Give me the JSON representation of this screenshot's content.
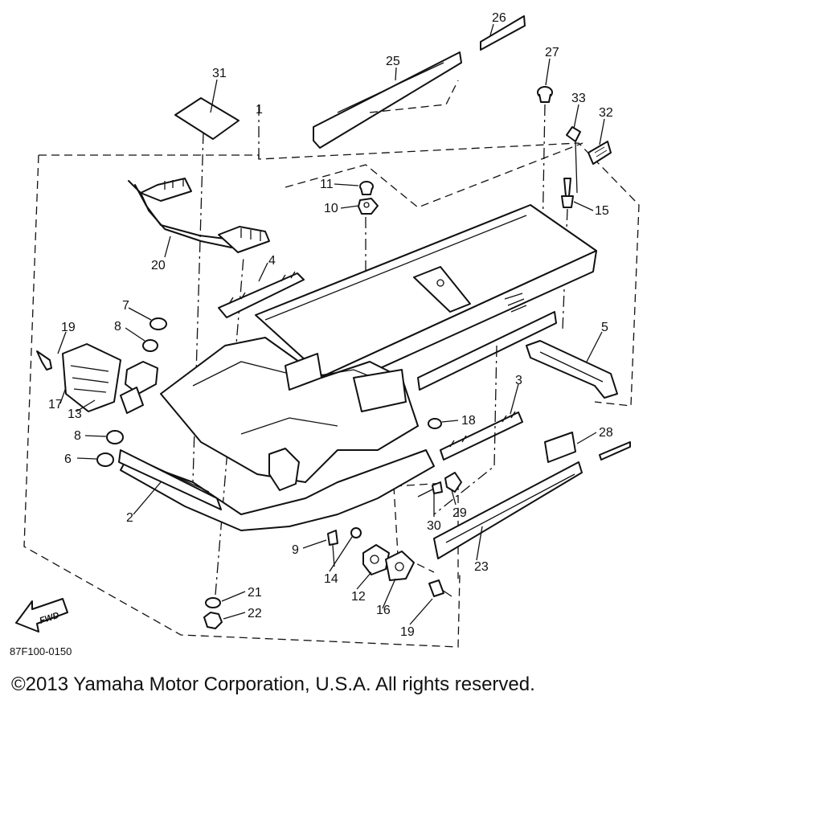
{
  "diagram": {
    "callouts": [
      {
        "id": "31",
        "label": "31"
      },
      {
        "id": "26",
        "label": "26"
      },
      {
        "id": "25",
        "label": "25"
      },
      {
        "id": "27",
        "label": "27"
      },
      {
        "id": "33",
        "label": "33"
      },
      {
        "id": "32",
        "label": "32"
      },
      {
        "id": "1",
        "label": "1"
      },
      {
        "id": "11",
        "label": "11"
      },
      {
        "id": "10",
        "label": "10"
      },
      {
        "id": "15",
        "label": "15"
      },
      {
        "id": "20",
        "label": "20"
      },
      {
        "id": "4",
        "label": "4"
      },
      {
        "id": "7",
        "label": "7"
      },
      {
        "id": "8a",
        "label": "8"
      },
      {
        "id": "19a",
        "label": "19"
      },
      {
        "id": "17",
        "label": "17"
      },
      {
        "id": "13",
        "label": "13"
      },
      {
        "id": "5",
        "label": "5"
      },
      {
        "id": "3",
        "label": "3"
      },
      {
        "id": "18",
        "label": "18"
      },
      {
        "id": "28",
        "label": "28"
      },
      {
        "id": "8b",
        "label": "8"
      },
      {
        "id": "6",
        "label": "6"
      },
      {
        "id": "2",
        "label": "2"
      },
      {
        "id": "29",
        "label": "29"
      },
      {
        "id": "30",
        "label": "30"
      },
      {
        "id": "23",
        "label": "23"
      },
      {
        "id": "9",
        "label": "9"
      },
      {
        "id": "14",
        "label": "14"
      },
      {
        "id": "12",
        "label": "12"
      },
      {
        "id": "16",
        "label": "16"
      },
      {
        "id": "21",
        "label": "21"
      },
      {
        "id": "22",
        "label": "22"
      },
      {
        "id": "19b",
        "label": "19"
      }
    ],
    "fwd_label": "FWD",
    "drawing_code": "87F100-0150"
  },
  "footer": {
    "copyright": "©2013 Yamaha Motor Corporation, U.S.A. All rights reserved."
  }
}
